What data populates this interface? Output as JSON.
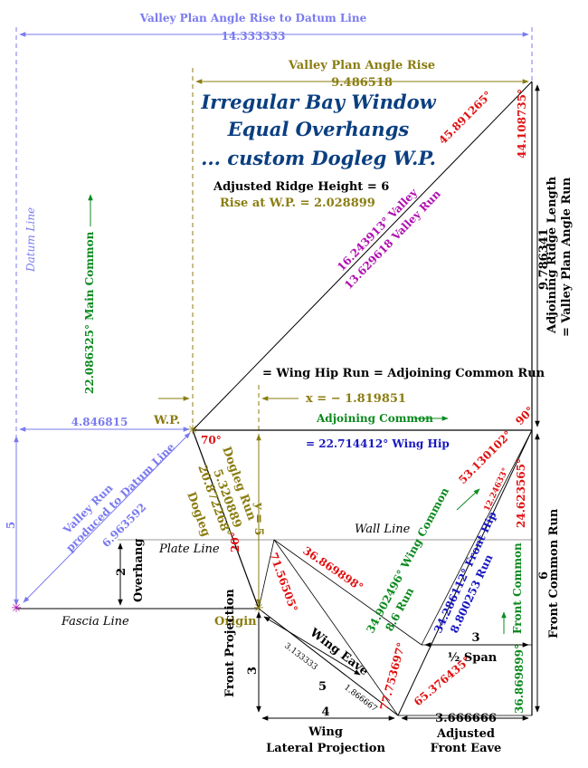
{
  "title": {
    "line1": "Irregular Bay Window",
    "line2": "Equal Overhangs",
    "line3": "... custom Dogleg W.P."
  },
  "notes": {
    "adjusted_ridge_height": "Adjusted Ridge Height = 6",
    "rise_at_wp": "Rise at W.P. = 2.028899",
    "wing_hip_run": "= Wing Hip Run = Adjoining Common Run",
    "x_value": "x = − 1.819851",
    "wing_hip_angle": "= 22.714412° Wing Hip"
  },
  "dimensions": {
    "valley_plan_rise_datum_label": "Valley Plan Angle Rise to Datum Line",
    "valley_plan_rise_datum_value": "14.333333",
    "valley_plan_rise_label": "Valley Plan Angle Rise",
    "valley_plan_rise_value": "9.486518",
    "left_offset": "4.846815",
    "left_height": "5",
    "overhang_value": "2",
    "overhang_label": "Overhang",
    "front_projection_value": "3",
    "front_projection_label": "Front Projection",
    "wing_lateral_value": "4",
    "wing_lateral_label1": "Wing",
    "wing_lateral_label2": "Lateral Projection",
    "adjusted_front_eave_value": "3.666666",
    "adjusted_front_eave_label1": "Adjusted",
    "adjusted_front_eave_label2": "Front Eave",
    "half_span_value": "3",
    "half_span_label": "½ Span",
    "front_common_run_value": "6",
    "front_common_run_label": "Front Common Run",
    "ridge_value": "9.786341",
    "ridge_label1": "Adjoining Ridge Length",
    "ridge_label2": "= Valley Plan Angle Run",
    "y_value": "y = 5",
    "wing_eave_label": "Wing Eave",
    "wing_eave_a": "3.133333",
    "wing_eave_b": "1.866667",
    "wing_eave_total": "5"
  },
  "lines": {
    "datum_line": "Datum Line",
    "wall_line": "Wall Line",
    "plate_line": "Plate Line",
    "fascia_line": "Fascia Line",
    "wp": "W.P.",
    "origin": "Origin",
    "adjoining_common": "Adjoining Common",
    "main_common": "22.086325°  Main Common",
    "front_common": "Front Common"
  },
  "valley": {
    "angle": "16.243913° Valley",
    "run": "13.629618 Valley Run",
    "run_to_datum1": "Valley Run",
    "run_to_datum2": "produced to Datum Line",
    "run_to_datum3": "6.963592"
  },
  "dogleg": {
    "run_label": "Dogleg Run",
    "run_value": "5.320889",
    "angle": "20.872268°",
    "angle_label": "Dogleg"
  },
  "wing_common": {
    "angle": "34.902496° Wing Common",
    "run": "8.6 Run"
  },
  "front_hip": {
    "angle": "34.286112° Front Hip",
    "run": "8.800253 Run"
  },
  "angles": {
    "a45": "45.891265°",
    "a44": "44.108735°",
    "a70": "70°",
    "a90": "90°",
    "a20": "20°",
    "a71": "71.56505°",
    "a36a": "36.869898°",
    "a53": "53.130102°",
    "a12": "12.24633°",
    "a24": "24.623565°",
    "a77": "77.753697°",
    "a65": "65.376435°",
    "a36b": "36.869899°"
  },
  "colors": {
    "black": "#000000",
    "olive": "#8b7d12",
    "red": "#e01010",
    "green": "#0c8a1f",
    "blue": "#1818c0",
    "magenta": "#b012b0",
    "lavender": "#7a7af0",
    "title": "#0a3f80"
  }
}
